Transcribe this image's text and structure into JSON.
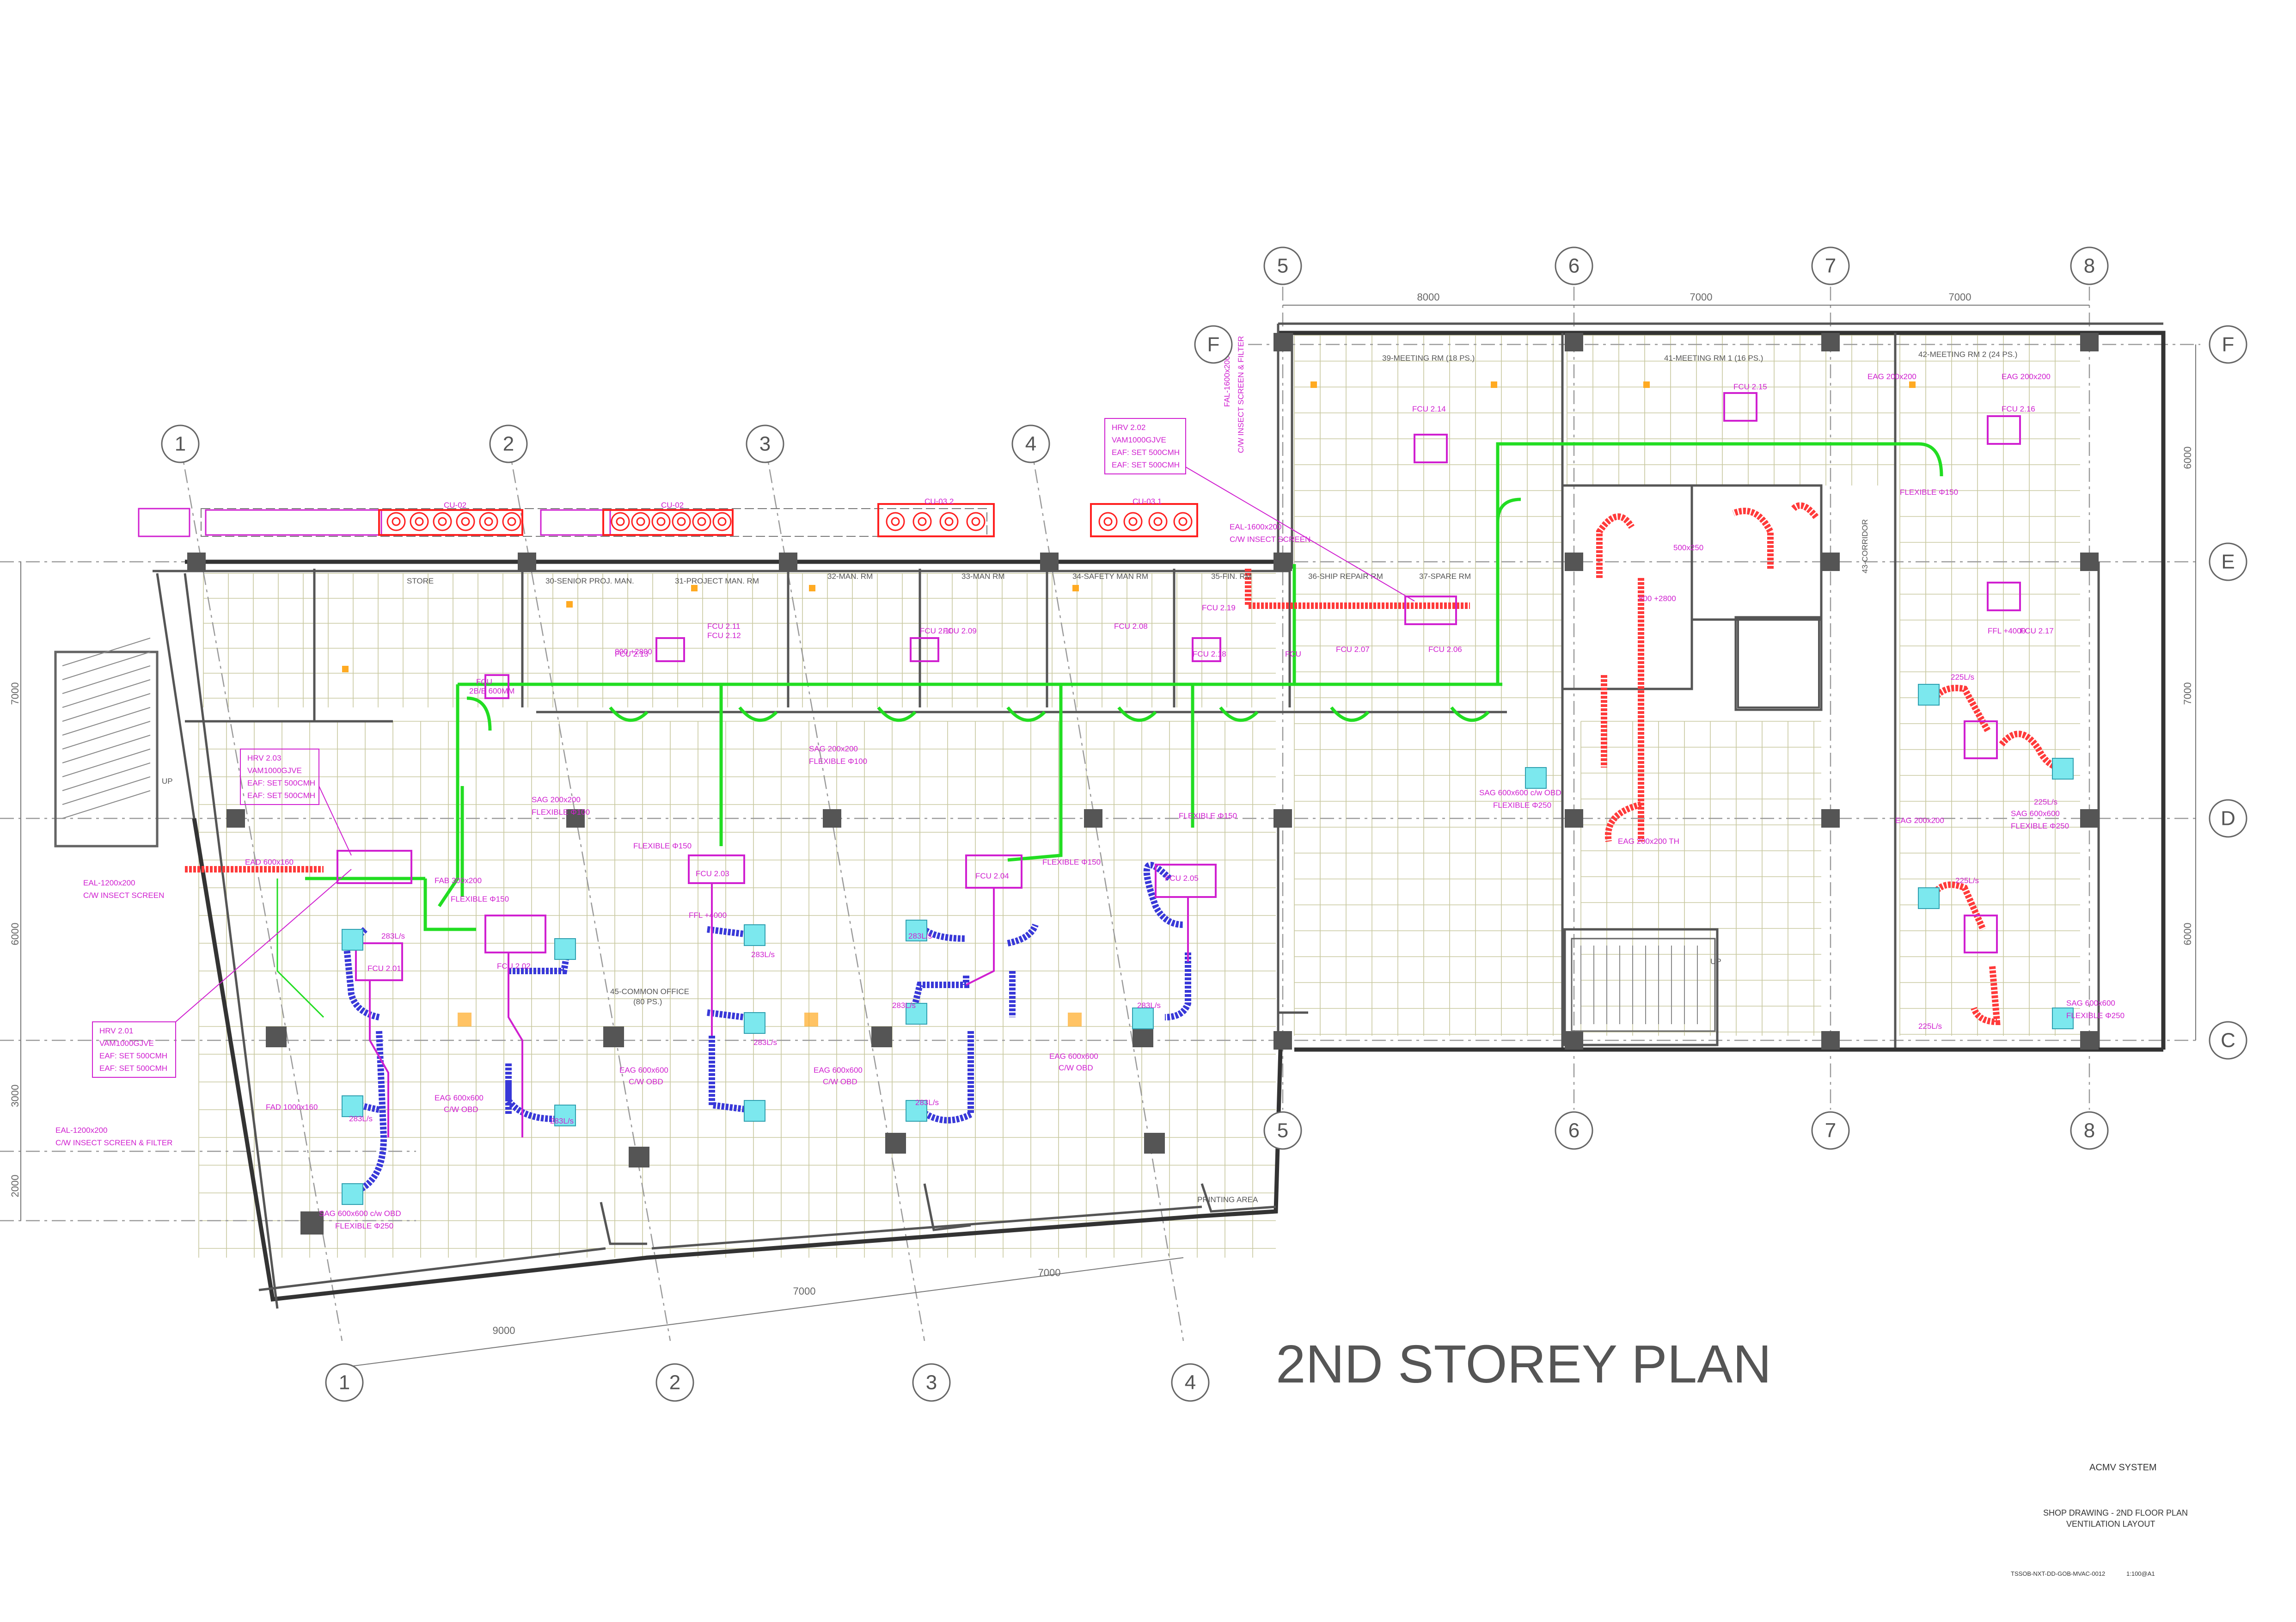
{
  "plan_title": "2ND STOREY PLAN",
  "title_block": {
    "system": "ACMV SYSTEM",
    "line1": "SHOP DRAWING - 2ND FLOOR PLAN",
    "line2": "VENTILATION LAYOUT",
    "drawing_no": "TSSOB-NXT-DD-GOB-MVAC-0012",
    "scale": "1:100@A1"
  },
  "grid_bubbles": {
    "top": [
      "5",
      "6",
      "7",
      "8"
    ],
    "top_left": [
      "1",
      "2",
      "3",
      "4"
    ],
    "bottom": [
      "1",
      "2",
      "3",
      "4"
    ],
    "bottom_right": [
      "5",
      "6",
      "7",
      "8"
    ],
    "right": [
      "F",
      "E",
      "D",
      "C"
    ],
    "left_top": [
      "F"
    ]
  },
  "dimensions": {
    "top": [
      "8000",
      "7000",
      "7000"
    ],
    "bottom": [
      "9000",
      "7000",
      "7000"
    ],
    "right": [
      "6000",
      "7000",
      "6000"
    ],
    "left": [
      "7000",
      "6000",
      "3000",
      "2000"
    ]
  },
  "rooms": {
    "store": "STORE",
    "r30": "30-SENIOR PROJ. MAN.",
    "r31": "31-PROJECT MAN. RM",
    "r32": "32-MAN. RM",
    "r33": "33-MAN RM",
    "r34": "34-SAFETY MAN RM",
    "r35": "35-FIN. RM",
    "r36": "36-SHIP REPAIR RM",
    "r37": "37-SPARE RM",
    "r39": "39-MEETING RM (18 PS.)",
    "r41": "41-MEETING RM 1 (16 PS.)",
    "r42": "42-MEETING RM 2 (24 PS.)",
    "r43": "43-CORRIDOR",
    "office": "45-COMMON OFFICE",
    "office_sub": "(80 PS.)",
    "printing": "PRINTING AREA",
    "up1": "UP",
    "up2": "UP"
  },
  "equipment": {
    "hrv201": [
      "HRV 2.01",
      "VAM1000GJVE",
      "EAF: SET 500CMH",
      "EAF: SET 500CMH"
    ],
    "hrv202": [
      "HRV 2.02",
      "VAM1000GJVE",
      "EAF: SET 500CMH",
      "EAF: SET 500CMH"
    ],
    "hrv203": [
      "HRV 2.03",
      "VAM1000GJVE",
      "EAF: SET 500CMH",
      "EAF: SET 500CMH"
    ]
  },
  "annotations": {
    "eal1": "EAL-1200x200",
    "eal1b": "C/W INSECT SCREEN",
    "eal2": "EAL-1200x200",
    "eal2b": "C/W INSECT SCREEN & FILTER",
    "ead1": "EAD 600x160",
    "fad1": "FAD 1000x160",
    "eal3": "EAL-1600x200",
    "eal3b": "C/W INSECT SCREEN",
    "fal1": "FAL-1600x200",
    "fal1b": "C/W INSECT SCREEN & FILTER",
    "eag1": "EAG 600x600",
    "eag1b": "C/W OBD",
    "eag2": "EAG 600x600",
    "eag2b": "C/W OBD",
    "eag3": "EAG 600x600",
    "eag3b": "C/W OBD",
    "eag4": "EAG 600x600",
    "eag4b": "C/W OBD",
    "sag1": "SAG 600x600 c/w OBD",
    "sag1b": "FLEXIBLE Φ250",
    "sag2": "SAG 600x600 c/w OBD",
    "sag2b": "FLEXIBLE Φ250",
    "sag3": "SAG 600x600",
    "sag3b": "FLEXIBLE Φ250",
    "sag4": "SAG 600x600",
    "sag4b": "FLEXIBLE Φ250",
    "sag5": "SAG 200x200",
    "sag5b": "FLEXIBLE Φ100",
    "sag6": "SAG 200x200",
    "sag6b": "FLEXIBLE Φ100",
    "eag5": "EAG 200x200 TH",
    "eag6": "EAG 200x200",
    "eag7": "EAG 200x200",
    "eag8": "EAG 200x200",
    "flex1": "FLEXIBLE Φ150",
    "flex2": "FLEXIBLE Φ150",
    "flex3": "FLEXIBLE Φ150",
    "flex4": "FLEXIBLE Φ150",
    "flex5": "FLEXIBLE Φ150",
    "ffl1": "FFL +4000",
    "ffl2": "FFL +4000",
    "fcu201": "FCU 2.01",
    "fcu202": "FCU 2.02",
    "fcu203": "FCU 2.03",
    "fcu204": "FCU 2.04",
    "fcu205": "FCU 2.05",
    "fcu206": "FCU 2.06",
    "fcu207": "FCU 2.07",
    "fcu208": "FCU 2.08",
    "fcu209": "FCU 2.09",
    "fcu210": "FCU 2.10",
    "fcu211": "FCU 2.11",
    "fcu212": "FCU 2.12",
    "fcu213": "FCU 2.13",
    "fcu214": "FCU 2.14",
    "fcu215": "FCU 2.15",
    "fcu216": "FCU 2.16",
    "fcu217": "FCU 2.17",
    "fcu218": "FCU 2.18",
    "fcu219": "FCU 2.19",
    "cu201": "CU-02",
    "cu202": "CU-02",
    "cu203": "CU-03.2",
    "cu204": "CU-03.1",
    "cfm1": "283L/s",
    "cfm2": "283L/s",
    "cfm3": "283L/s",
    "cfm4": "283L/s",
    "cfm5": "283L/s",
    "cfm6": "283L/s",
    "cfm7": "283L/s",
    "cfm8": "283L/s",
    "cfm9": "283L/s",
    "cfm10": "225L/s",
    "cfm11": "225L/s",
    "cfm12": "225L/s",
    "cfm13": "225L/s",
    "fab": "FAB 300x200",
    "bp": "2B/E 600MM",
    "dm": "500x250",
    "fcu_label": "FCU",
    "bdd": "800 +2800",
    "bdd2": "800 +2800",
    "fcu_label2": "FCU"
  }
}
